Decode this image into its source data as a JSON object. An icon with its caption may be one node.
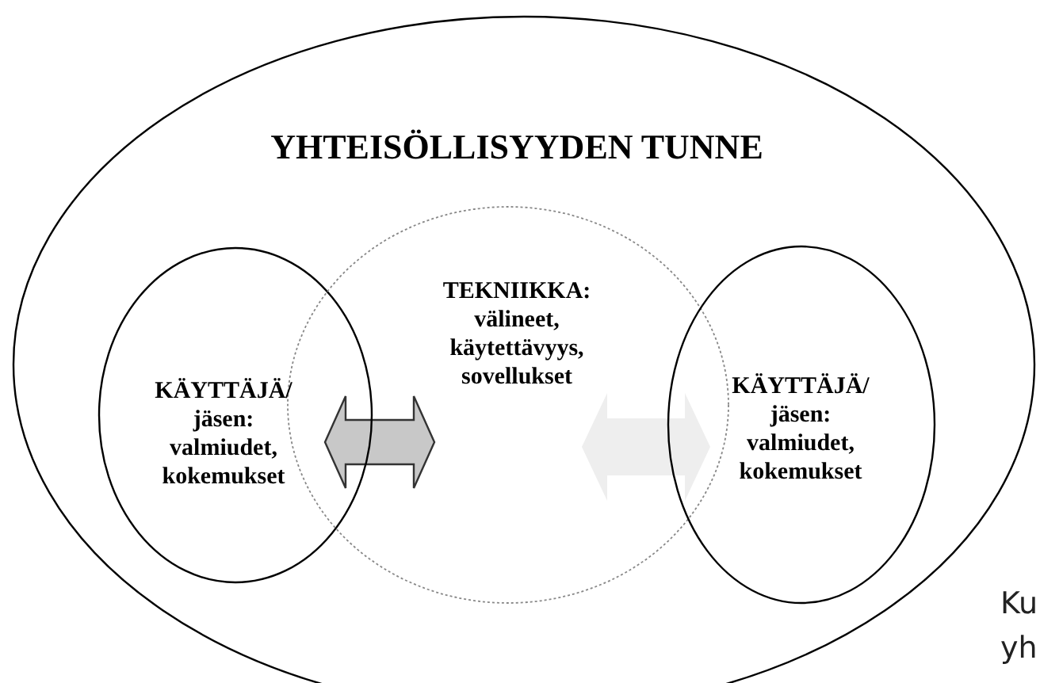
{
  "diagram": {
    "nodes": [
      {
        "text": [
          "YHTEISÖLLISYYDEN TUNNE"
        ]
      },
      {
        "text": [
          "KÄYTTÄJÄ/ jäsen: valmiudet, kokemukset"
        ],
        "in": 0
      },
      {
        "text": [
          "TEKNIIKKA: välineet, käytettävyys, sovellukset"
        ],
        "in": 0
      },
      {
        "text": [
          "KÄYTTÄJÄ/ jäsen: valmiudet, kokemukset"
        ],
        "in": 0
      }
    ],
    "edges": [
      {
        "from": 1,
        "to": 2,
        "arrow": "both",
        "style": "thick",
        "color": "#c8c8c8"
      },
      {
        "from": 2,
        "to": 3,
        "arrow": "both",
        "style": "thick",
        "color": "#eeeeee"
      }
    ],
    "labels": [
      "Ku",
      "yh"
    ]
  }
}
